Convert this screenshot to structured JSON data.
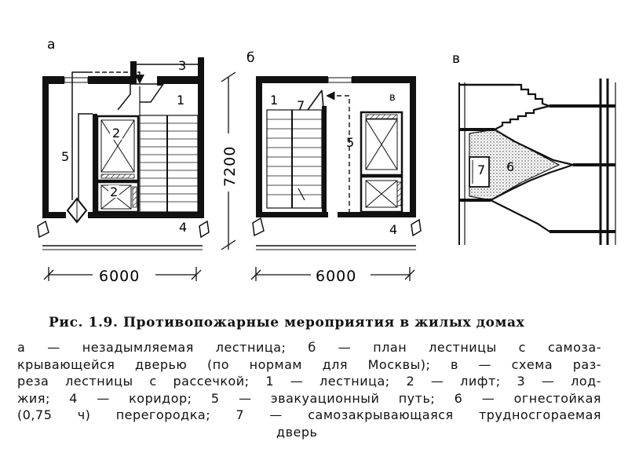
{
  "figure": {
    "panels": {
      "a": {
        "letter": "а",
        "labels": {
          "stair": "1",
          "lift_large": "2",
          "lift_small": "2",
          "loggia": "3",
          "corridor": "4",
          "evac": "5"
        },
        "width_dim": "6000"
      },
      "b": {
        "letter": "б",
        "labels": {
          "stair": "1",
          "door": "7",
          "evac": "5",
          "corridor": "4",
          "corner": "в"
        },
        "width_dim": "6000",
        "height_dim": "7200"
      },
      "c": {
        "letter": "в",
        "labels": {
          "door": "7",
          "partition": "6"
        }
      }
    }
  },
  "caption": {
    "title": "Рис. 1.9. Противопожарные мероприятия в жилых домах",
    "lines": [
      "а — незадымляемая лестница; б — план лестницы с самоза-",
      "крывающейся дверью (по нормам для Москвы); в — схема раз-",
      "реза лестницы с рассечкой; 1 — лестница; 2 — лифт; 3 — лод-",
      "жия; 4 — коридор; 5 — эвакуационный путь; 6 — огнестойкая",
      "(0,75 ч) перегородка; 7 — самозакрывающаяся трудносгораемая",
      "дверь"
    ]
  }
}
